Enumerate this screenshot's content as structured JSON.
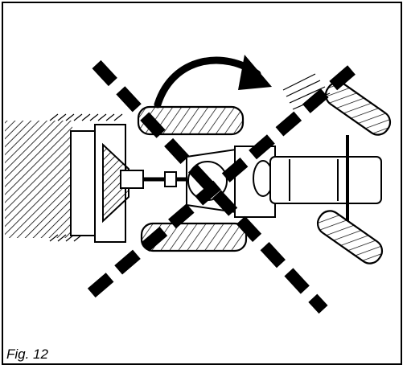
{
  "figure": {
    "caption": "Fig. 12"
  },
  "illustration": {
    "subject": "tractor-with-rear-implement-top-view",
    "overlay_mark": "prohibited-cross",
    "motion_arrow": "curved-arrow-clockwise",
    "colors": {
      "ink": "#000000",
      "paper": "#ffffff"
    }
  }
}
